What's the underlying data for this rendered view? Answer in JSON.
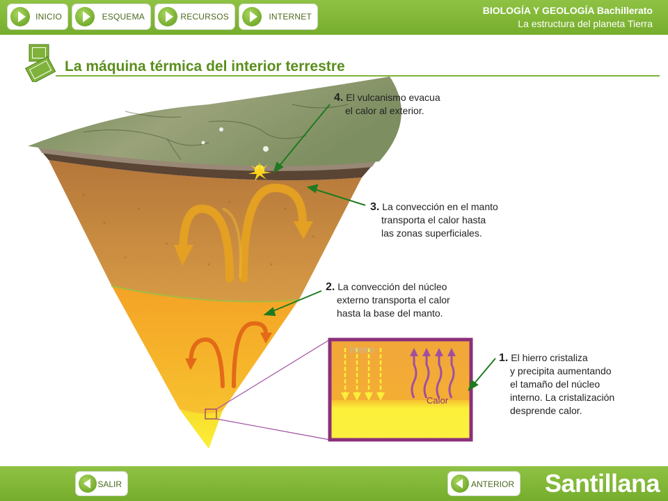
{
  "nav": {
    "items": [
      {
        "label": "INICIO"
      },
      {
        "label": "ESQUEMA"
      },
      {
        "label": "RECURSOS"
      },
      {
        "label": "INTERNET"
      }
    ]
  },
  "header": {
    "title": "BIOLOGÍA Y GEOLOGÍA Bachillerato",
    "subtitle": "La estructura del planeta Tierra"
  },
  "page": {
    "title": "La máquina térmica del interior terrestre"
  },
  "annotations": {
    "a4": {
      "num": "4.",
      "lines": [
        "El vulcanismo evacua",
        "el calor al exterior."
      ]
    },
    "a3": {
      "num": "3.",
      "lines": [
        "La convección en el manto",
        "transporta el calor hasta",
        "las zonas superficiales."
      ]
    },
    "a2": {
      "num": "2.",
      "lines": [
        "La convección del núcleo",
        "externo transporta el calor",
        "hasta la base del manto."
      ]
    },
    "a1": {
      "num": "1.",
      "lines": [
        "El hierro cristaliza",
        "y precipita aumentando",
        "el tamaño del núcleo",
        "interno. La cristalización",
        "desprende calor."
      ]
    }
  },
  "inset": {
    "iron_label": "Hierro",
    "heat_label": "Calor"
  },
  "footer": {
    "exit_label": "SALIR",
    "prev_label": "ANTERIOR",
    "logo": "Santillana"
  },
  "colors": {
    "brand_green": "#7fb23a",
    "title_green": "#5a8e1c",
    "inset_border": "#8b2f7a",
    "heat_purple": "#a04fa0",
    "iron_yellow": "#fbef3a",
    "arrow_green": "#1f7a1f"
  }
}
